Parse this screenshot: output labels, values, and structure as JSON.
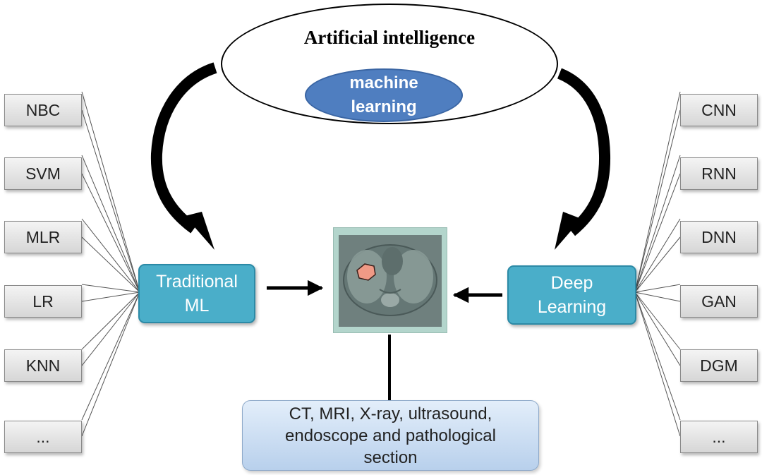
{
  "diagram": {
    "ai_title": "Artificial intelligence",
    "ml_line1": "machine",
    "ml_line2": "learning",
    "traditional_line1": "Traditional",
    "traditional_line2": "ML",
    "deep_line1": "Deep",
    "deep_line2": "Learning",
    "traditional_algorithms": [
      "NBC",
      "SVM",
      "MLR",
      "LR",
      "KNN",
      "..."
    ],
    "deep_algorithms": [
      "CNN",
      "RNN",
      "DNN",
      "GAN",
      "DGM",
      "..."
    ],
    "modalities_line1": "CT, MRI, X-ray, ultrasound,",
    "modalities_line2": "endoscope and pathological",
    "modalities_line3": "section"
  }
}
